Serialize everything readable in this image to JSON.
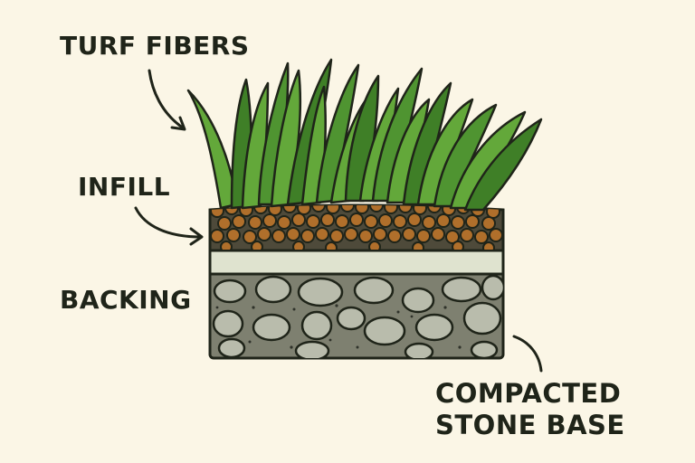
{
  "labels": {
    "turf_fibers": "TURF FIBERS",
    "infill": "INFILL",
    "backing": "BACKING",
    "compacted_stone_base_line1": "COMPACTED",
    "compacted_stone_base_line2": "STONE BASE"
  },
  "colors": {
    "background": "#fbf6e6",
    "grass_light": "#63a83a",
    "grass_dark": "#3f7f27",
    "infill_granule": "#b06f2b",
    "infill_soil": "#4e4a3a",
    "backing": "#dfe3cf",
    "stone_base": "#7e8070",
    "stone": "#b9bcac",
    "outline": "#1f2419"
  }
}
